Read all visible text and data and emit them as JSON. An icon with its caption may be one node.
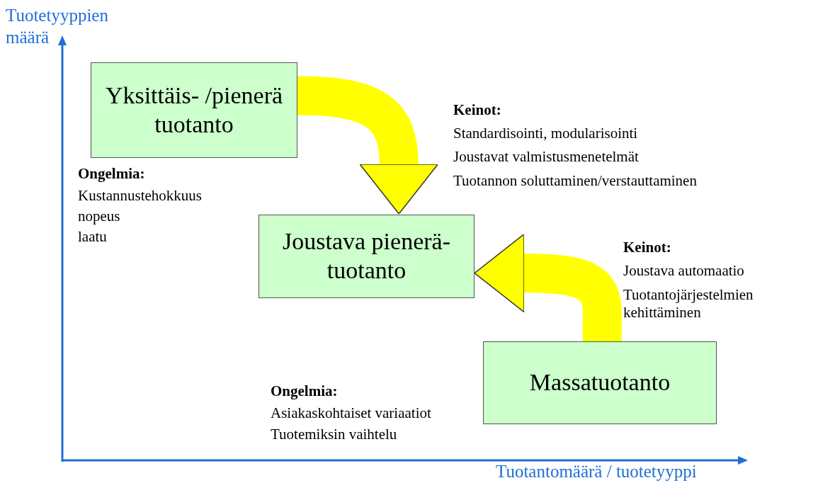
{
  "diagram": {
    "nodes": [
      {
        "text": [
          "Yksittäis- /pienerä tuotanto"
        ]
      },
      {
        "text": [
          "Joustava pienerä- tuotanto"
        ]
      },
      {
        "text": [
          "Massatuotanto"
        ]
      }
    ],
    "edges": [
      {
        "from": 0,
        "to": 1,
        "arrow": "to"
      },
      {
        "from": 2,
        "to": 1,
        "arrow": "to"
      }
    ],
    "labels": [
      "Tuotetyyppien määrä",
      "Keinot:",
      "Standardisointi, modularisointi",
      "Joustavat valmistusmenetelmät",
      "Tuotannon soluttaminen/verstauttaminen",
      "Ongelmia:",
      "Kustannustehokkuus",
      "nopeus",
      "laatu",
      "Keinot:",
      "Joustava automaatio",
      "Tuotantojärjestelmien kehittäminen",
      "Ongelmia:",
      "Asiakaskohtaiset variaatiot",
      "Tuotemiksin vaihtelu",
      "Tuotantomäärä / tuotetyyppi"
    ]
  }
}
